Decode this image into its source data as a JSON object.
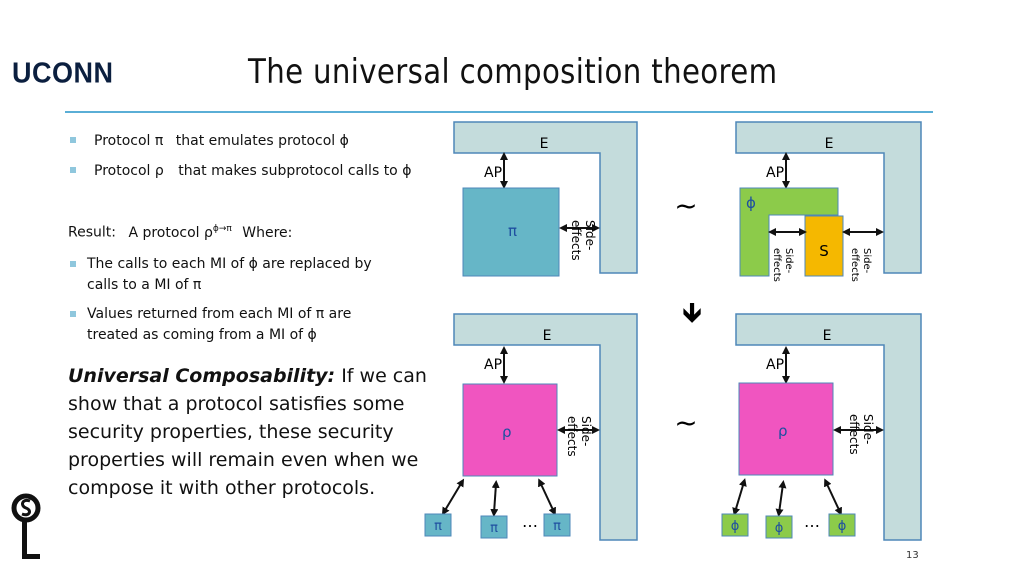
{
  "header": {
    "logo": "UCONN",
    "title": "The universal composition theorem"
  },
  "bullets": [
    {
      "pre": "Protocol π",
      "post": "that emulates protocol ϕ"
    },
    {
      "pre": "Protocol ρ",
      "post": "that makes subprotocol calls to ϕ"
    }
  ],
  "result": {
    "label": "Result:",
    "protocol": "A protocol ρ",
    "superscript": "ϕ→π",
    "where": "Where:"
  },
  "sub_bullets": [
    {
      "line1": "The calls to each MI of ϕ are replaced by",
      "line2": "calls to a MI of π"
    },
    {
      "line1": "Values returned from each MI of π are",
      "line2": "treated as coming from a MI of ϕ"
    }
  ],
  "universal": {
    "heading": "Universal Composability:",
    "body": " If we can show that a protocol satisfies some security properties, these security properties will remain even when we compose it with other protocols."
  },
  "diagram": {
    "env_label": "E",
    "api_label": "API",
    "side_effects_1": "Side-",
    "side_effects_2": "effects",
    "pi": "π",
    "phi": "ϕ",
    "rho": "ρ",
    "sim": "S",
    "approx": "~",
    "ellipsis": "…",
    "down_arrow": "🡻",
    "colors": {
      "env": "#c4dcdc",
      "env_border": "#4e87b8",
      "pi_box": "#66b6c7",
      "phi_box": "#8ccb4a",
      "sim_box": "#f5b800",
      "rho_box": "#f055c0"
    }
  },
  "page_number": "13"
}
